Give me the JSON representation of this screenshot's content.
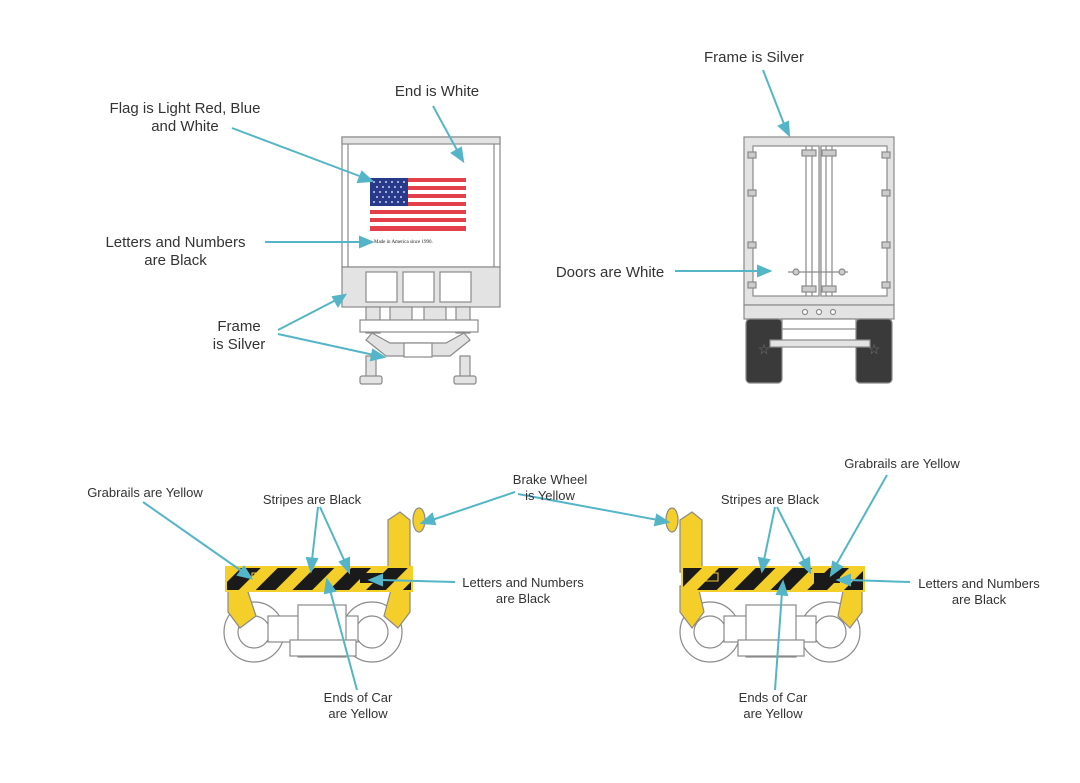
{
  "colors": {
    "leader": "#55b5c8",
    "yellow": "#f4cf2a",
    "black": "#1a1a1a",
    "silver": "#e3e3e3",
    "outline": "#8a8a8a",
    "flag_red": "#e4404b",
    "flag_blue": "#283a8c",
    "wheel_gray": "#3a3a3a"
  },
  "trailer_end": {
    "flag_label": [
      "Flag is Light Red, Blue",
      "and White"
    ],
    "end_label": "End is White",
    "letters_label": [
      "Letters and Numbers",
      "are Black"
    ],
    "frame_label": [
      "Frame",
      "is Silver"
    ],
    "panel_text": "Made in America since 1990."
  },
  "trailer_doors": {
    "frame_label": "Frame is Silver",
    "doors_label": "Doors are White"
  },
  "car_left": {
    "grabrails_label": "Grabrails are Yellow",
    "stripes_label": "Stripes are Black",
    "letters_label": [
      "Letters and Numbers",
      "are Black"
    ],
    "ends_label": [
      "Ends of Car",
      "are Yellow"
    ]
  },
  "car_right": {
    "grabrails_label": "Grabrails are Yellow",
    "stripes_label": "Stripes are Black",
    "letters_label": [
      "Letters and Numbers",
      "are Black"
    ],
    "ends_label": [
      "Ends of Car",
      "are Yellow"
    ]
  },
  "brake_wheel_label": [
    "Brake Wheel",
    "is Yellow"
  ]
}
